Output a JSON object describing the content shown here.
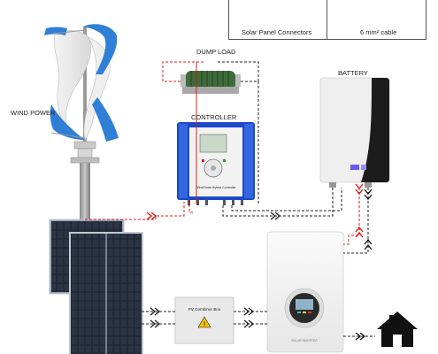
{
  "labels": {
    "wind_power": "WIND POWER",
    "dump_load": "DUMP LOAD",
    "controller": "CONTROLLER",
    "battery": "BATTERY",
    "combiner": "PV Combiner Box",
    "controller_panel_text": "Wind/Solar Hybrid Controller",
    "inverter_brand": "SOLAR INVERTER"
  },
  "inset": {
    "left_caption": "Solar Panel Connectors",
    "right_caption": "6 mm² cable"
  },
  "colors": {
    "ac_line": "#e01b1b",
    "dc_line": "#222222",
    "controller_blue": "#1a49c9",
    "turbine_blue": "#2f7fd6",
    "resistor_green": "#3e6b3a",
    "battery_black": "#1c1c1c"
  },
  "icons": [
    "home-icon",
    "warning-icon"
  ]
}
